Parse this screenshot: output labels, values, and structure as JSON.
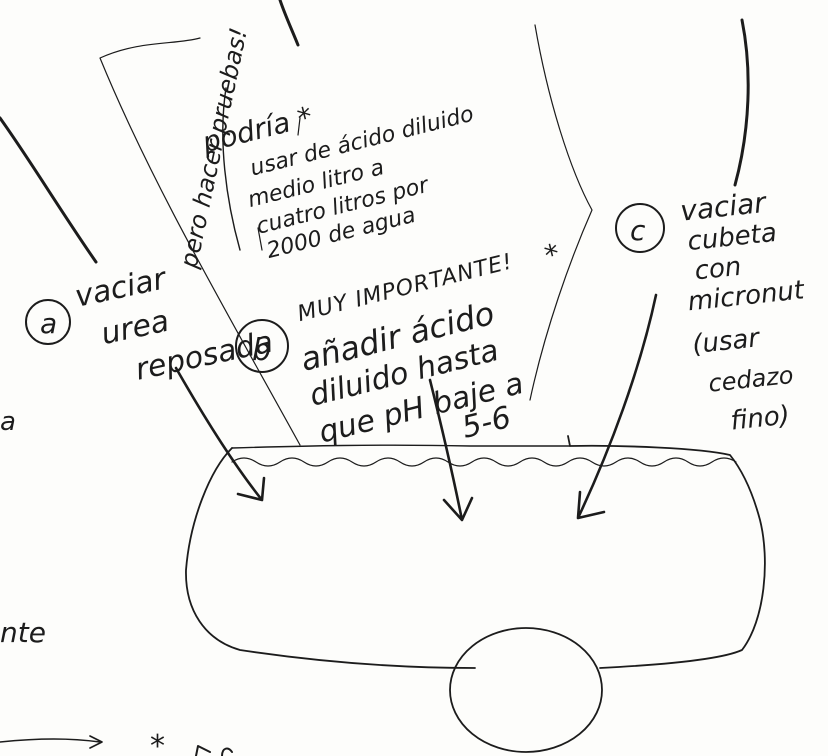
{
  "step_a": {
    "letter": "a",
    "lines": [
      "vaciar",
      "urea",
      "reposada"
    ]
  },
  "step_b": {
    "letter": "b",
    "lines": [
      "añadir ácido",
      "diluido hasta",
      "que pH baje a",
      "5-6"
    ]
  },
  "step_c": {
    "letter": "c",
    "lines": [
      "vaciar",
      "cubeta",
      "con",
      "micronut",
      "(usar",
      "cedazo",
      "fino)"
    ]
  },
  "note": {
    "side_label": "pero hacer pruebas!",
    "lines": [
      "podría *",
      "usar de ácido diluido",
      "medio litro a",
      "cuatro litros por",
      "2000 de agua"
    ],
    "warning": "MUY IMPORTANTE!",
    "warning_star": "*"
  },
  "edge_fragments": {
    "left_mid": "a",
    "left_low": "nte",
    "bottom_star": "*"
  }
}
